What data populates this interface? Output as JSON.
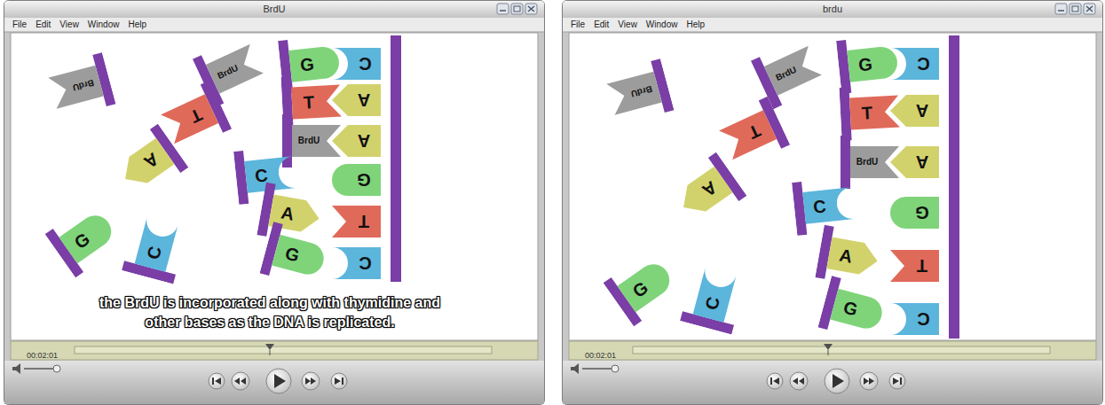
{
  "diagram": {
    "nodes": [
      {
        "text": [
          "BrdU"
        ]
      },
      {
        "text": [
          "BrdU"
        ],
        "in": 0
      },
      {
        "text": [
          "BrdU"
        ],
        "in": 0
      },
      {
        "text": [
          "G"
        ],
        "in": 0
      },
      {
        "text": [
          "C"
        ],
        "in": 0
      },
      {
        "text": [
          "T"
        ],
        "in": 0
      },
      {
        "text": [
          "T"
        ],
        "in": 0
      },
      {
        "text": [
          "A"
        ],
        "in": 0
      },
      {
        "text": [
          "A"
        ],
        "in": 0
      },
      {
        "text": [
          "BrdU"
        ],
        "in": 0
      },
      {
        "text": [
          "A"
        ],
        "in": 0
      },
      {
        "text": [
          "C"
        ],
        "in": 0
      },
      {
        "text": [
          "G"
        ],
        "in": 0
      },
      {
        "text": [
          "A"
        ],
        "in": 0
      },
      {
        "text": [
          "T"
        ],
        "in": 0
      },
      {
        "text": [
          "G"
        ],
        "in": 0
      },
      {
        "text": [
          "C"
        ],
        "in": 0
      },
      {
        "text": [
          "G"
        ],
        "in": 0
      },
      {
        "text": [
          "C"
        ],
        "in": 0
      },
      {
        "text": [
          "brdu"
        ]
      },
      {
        "text": [
          "BrdU"
        ],
        "in": 19
      },
      {
        "text": [
          "BrdU"
        ],
        "in": 19
      },
      {
        "text": [
          "G"
        ],
        "in": 19
      },
      {
        "text": [
          "C"
        ],
        "in": 19
      },
      {
        "text": [
          "T"
        ],
        "in": 19
      },
      {
        "text": [
          "T"
        ],
        "in": 19
      },
      {
        "text": [
          "A"
        ],
        "in": 19
      },
      {
        "text": [
          "A"
        ],
        "in": 19
      },
      {
        "text": [
          "BrdU"
        ],
        "in": 19
      },
      {
        "text": [
          "A"
        ],
        "in": 19
      },
      {
        "text": [
          "C"
        ],
        "in": 19
      },
      {
        "text": [
          "G"
        ],
        "in": 19
      },
      {
        "text": [
          "A"
        ],
        "in": 19
      },
      {
        "text": [
          "T"
        ],
        "in": 19
      },
      {
        "text": [
          "G"
        ],
        "in": 19
      },
      {
        "text": [
          "C"
        ],
        "in": 19
      },
      {
        "text": [
          "G"
        ],
        "in": 19
      },
      {
        "text": [
          "C"
        ],
        "in": 19
      }
    ],
    "labels": [
      "File",
      "Edit",
      "View",
      "Window",
      "Help",
      "00:02:01",
      "the BrdU is incorporated along with thymidine and other bases as the DNA is replicated.",
      "File",
      "Edit",
      "View",
      "Window",
      "Help",
      "00:02:01"
    ]
  }
}
